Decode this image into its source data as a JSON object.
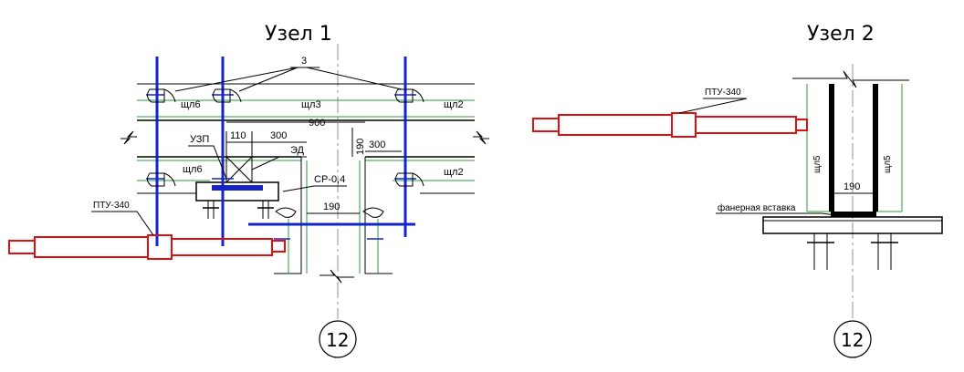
{
  "node1": {
    "title": "Узел 1",
    "bolt_count": "3",
    "panels": {
      "top_left": "щл6",
      "top_mid": "щл3",
      "top_right": "щл2",
      "mid_left": "щл6",
      "mid_right": "щл2"
    },
    "dims": {
      "d900": "900",
      "d110": "110",
      "d300a": "300",
      "d190v": "190",
      "d300b": "300",
      "d190h": "190"
    },
    "callouts": {
      "uzp": "УЗП",
      "ed": "ЭД",
      "sr": "СР-0,4",
      "ptu": "ПТУ-340"
    },
    "axis": "12"
  },
  "node2": {
    "title": "Узел 2",
    "callouts": {
      "ptu": "ПТУ-340",
      "insert": "фанерная вставка"
    },
    "panels": {
      "left": "щл5",
      "right": "щл5"
    },
    "dims": {
      "d190": "190"
    },
    "axis": "12"
  },
  "colors": {
    "blue": "#1424c8",
    "red": "#e01010",
    "green": "#2a9d3a",
    "black": "#000000"
  }
}
